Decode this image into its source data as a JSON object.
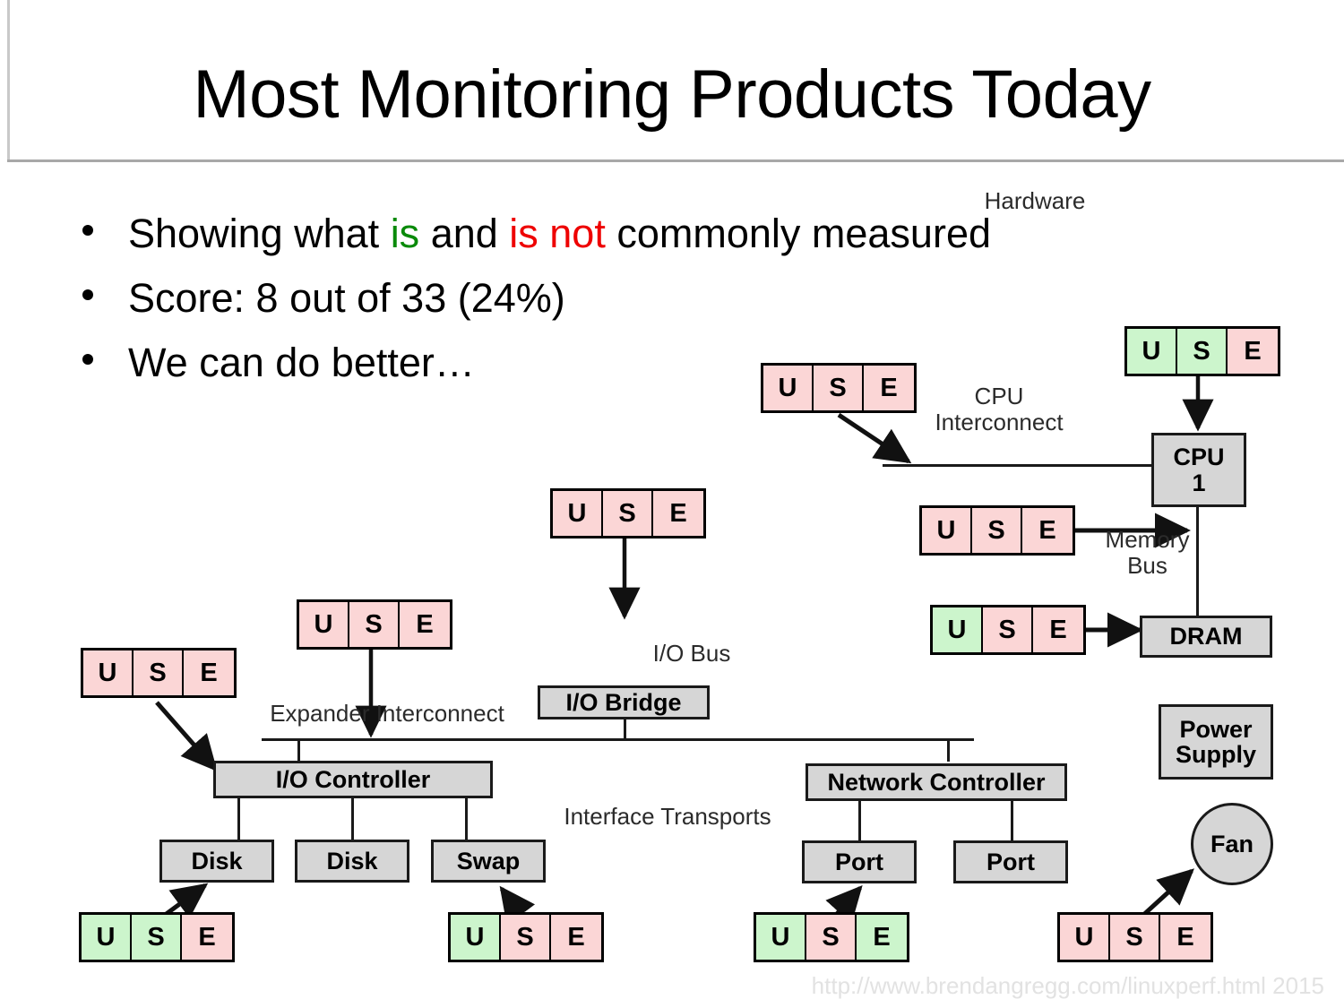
{
  "slide": {
    "title": "Most Monitoring Products Today",
    "footer": "http://www.brendangregg.com/linuxperf.html 2015"
  },
  "bullets": [
    {
      "parts": [
        {
          "text": "Showing what ",
          "color": "black"
        },
        {
          "text": "is",
          "color": "green"
        },
        {
          "text": " and ",
          "color": "black"
        },
        {
          "text": "is not",
          "color": "red"
        },
        {
          "text": " commonly measured",
          "color": "black"
        }
      ]
    },
    {
      "parts": [
        {
          "text": "Score: 8 out of 33 (24%)",
          "color": "black"
        }
      ]
    },
    {
      "parts": [
        {
          "text": "We can do better…",
          "color": "black"
        }
      ]
    }
  ],
  "colors": {
    "measured_green": "#ccf5cc",
    "not_measured_pink": "#fbd6d6",
    "component_gray": "#d6d6d6",
    "bullet_green_text": "#0a8a0a",
    "bullet_red_text": "#ee0000",
    "footer_gray": "#e2e2e2"
  },
  "diagram": {
    "heading": "Hardware",
    "components": [
      {
        "id": "cpu1",
        "label": "CPU\n1"
      },
      {
        "id": "dram",
        "label": "DRAM"
      },
      {
        "id": "power-supply",
        "label": "Power\nSupply"
      },
      {
        "id": "fan",
        "label": "Fan"
      },
      {
        "id": "io-bridge",
        "label": "I/O Bridge"
      },
      {
        "id": "io-controller",
        "label": "I/O Controller"
      },
      {
        "id": "network-controller",
        "label": "Network Controller"
      },
      {
        "id": "disk-1",
        "label": "Disk"
      },
      {
        "id": "disk-2",
        "label": "Disk"
      },
      {
        "id": "swap",
        "label": "Swap"
      },
      {
        "id": "port-1",
        "label": "Port"
      },
      {
        "id": "port-2",
        "label": "Port"
      }
    ],
    "bus_labels": [
      {
        "id": "cpu-interconnect",
        "label": "CPU\nInterconnect"
      },
      {
        "id": "memory-bus",
        "label": "Memory\nBus"
      },
      {
        "id": "io-bus",
        "label": "I/O Bus"
      },
      {
        "id": "expander-interconnect",
        "label": "Expander Interconnect"
      },
      {
        "id": "interface-transports",
        "label": "Interface Transports"
      }
    ],
    "use_boxes": [
      {
        "id": "use-cpu",
        "target": "CPU 1",
        "cells": [
          {
            "letter": "U",
            "state": "measured"
          },
          {
            "letter": "S",
            "state": "measured"
          },
          {
            "letter": "E",
            "state": "not-measured"
          }
        ]
      },
      {
        "id": "use-cpu-interconnect",
        "target": "CPU Interconnect",
        "cells": [
          {
            "letter": "U",
            "state": "not-measured"
          },
          {
            "letter": "S",
            "state": "not-measured"
          },
          {
            "letter": "E",
            "state": "not-measured"
          }
        ]
      },
      {
        "id": "use-memory-bus",
        "target": "Memory Bus",
        "cells": [
          {
            "letter": "U",
            "state": "not-measured"
          },
          {
            "letter": "S",
            "state": "not-measured"
          },
          {
            "letter": "E",
            "state": "not-measured"
          }
        ]
      },
      {
        "id": "use-dram",
        "target": "DRAM",
        "cells": [
          {
            "letter": "U",
            "state": "measured"
          },
          {
            "letter": "S",
            "state": "not-measured"
          },
          {
            "letter": "E",
            "state": "not-measured"
          }
        ]
      },
      {
        "id": "use-io-bus",
        "target": "I/O Bus",
        "cells": [
          {
            "letter": "U",
            "state": "not-measured"
          },
          {
            "letter": "S",
            "state": "not-measured"
          },
          {
            "letter": "E",
            "state": "not-measured"
          }
        ]
      },
      {
        "id": "use-expander",
        "target": "Expander Interconnect",
        "cells": [
          {
            "letter": "U",
            "state": "not-measured"
          },
          {
            "letter": "S",
            "state": "not-measured"
          },
          {
            "letter": "E",
            "state": "not-measured"
          }
        ]
      },
      {
        "id": "use-io-controller",
        "target": "I/O Controller",
        "cells": [
          {
            "letter": "U",
            "state": "not-measured"
          },
          {
            "letter": "S",
            "state": "not-measured"
          },
          {
            "letter": "E",
            "state": "not-measured"
          }
        ]
      },
      {
        "id": "use-disk",
        "target": "Disk",
        "cells": [
          {
            "letter": "U",
            "state": "measured"
          },
          {
            "letter": "S",
            "state": "measured"
          },
          {
            "letter": "E",
            "state": "not-measured"
          }
        ]
      },
      {
        "id": "use-swap",
        "target": "Swap",
        "cells": [
          {
            "letter": "U",
            "state": "measured"
          },
          {
            "letter": "S",
            "state": "not-measured"
          },
          {
            "letter": "E",
            "state": "not-measured"
          }
        ]
      },
      {
        "id": "use-port",
        "target": "Port",
        "cells": [
          {
            "letter": "U",
            "state": "measured"
          },
          {
            "letter": "S",
            "state": "not-measured"
          },
          {
            "letter": "E",
            "state": "measured"
          }
        ]
      },
      {
        "id": "use-fan",
        "target": "Fan",
        "cells": [
          {
            "letter": "U",
            "state": "not-measured"
          },
          {
            "letter": "S",
            "state": "not-measured"
          },
          {
            "letter": "E",
            "state": "not-measured"
          }
        ]
      }
    ]
  }
}
